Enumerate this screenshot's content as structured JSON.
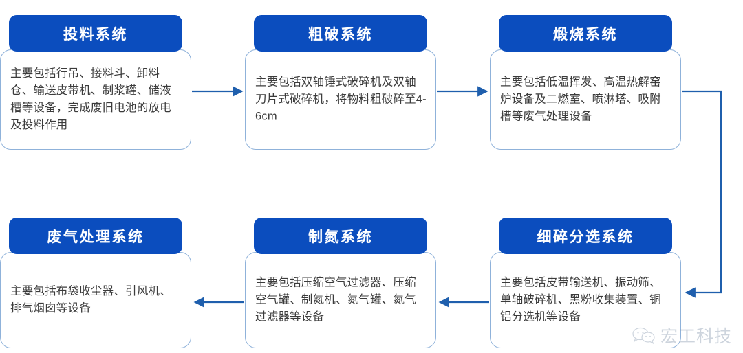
{
  "diagram": {
    "type": "flowchart",
    "title": "",
    "colors": {
      "header_fill": "#0b4dbe",
      "header_text": "#ffffff",
      "body_fill": "#ffffff",
      "body_border": "#8fb2da",
      "body_text": "#3b3b3b",
      "connector": "#1f5fad"
    },
    "nodes": [
      {
        "id": "node-0",
        "header": "投料系统",
        "body": "主要包括行吊、接料斗、卸料仓、输送皮带机、制浆罐、储液槽等设备，完成废旧电池的放电及投料作用"
      },
      {
        "id": "node-1",
        "header": "粗破系统",
        "body": "主要包括双轴锤式破碎机及双轴刀片式破碎机，将物料粗破碎至4-6cm"
      },
      {
        "id": "node-2",
        "header": "煅烧系统",
        "body": "主要包括低温挥发、高温热解窑炉设备及二燃室、喷淋塔、吸附槽等废气处理设备"
      },
      {
        "id": "node-3",
        "header": "废气处理系统",
        "body": "主要包括布袋收尘器、引风机、排气烟囱等设备"
      },
      {
        "id": "node-4",
        "header": "制氮系统",
        "body": "主要包括压缩空气过滤器、压缩空气罐、制氮机、氮气罐、氮气过滤器等设备"
      },
      {
        "id": "node-5",
        "header": "细碎分选系统",
        "body": "主要包括皮带输送机、振动筛、单轴破碎机、黑粉收集装置、铜铝分选机等设备"
      }
    ],
    "edges": [
      {
        "from": "node-0",
        "to": "node-1",
        "direction": "right"
      },
      {
        "from": "node-1",
        "to": "node-2",
        "direction": "right"
      },
      {
        "from": "node-2",
        "to": "node-5",
        "direction": "down-left-wrap"
      },
      {
        "from": "node-5",
        "to": "node-4",
        "direction": "left"
      },
      {
        "from": "node-4",
        "to": "node-3",
        "direction": "left"
      }
    ]
  },
  "watermark": {
    "text": "宏工科技",
    "icon": "wechat-icon"
  }
}
